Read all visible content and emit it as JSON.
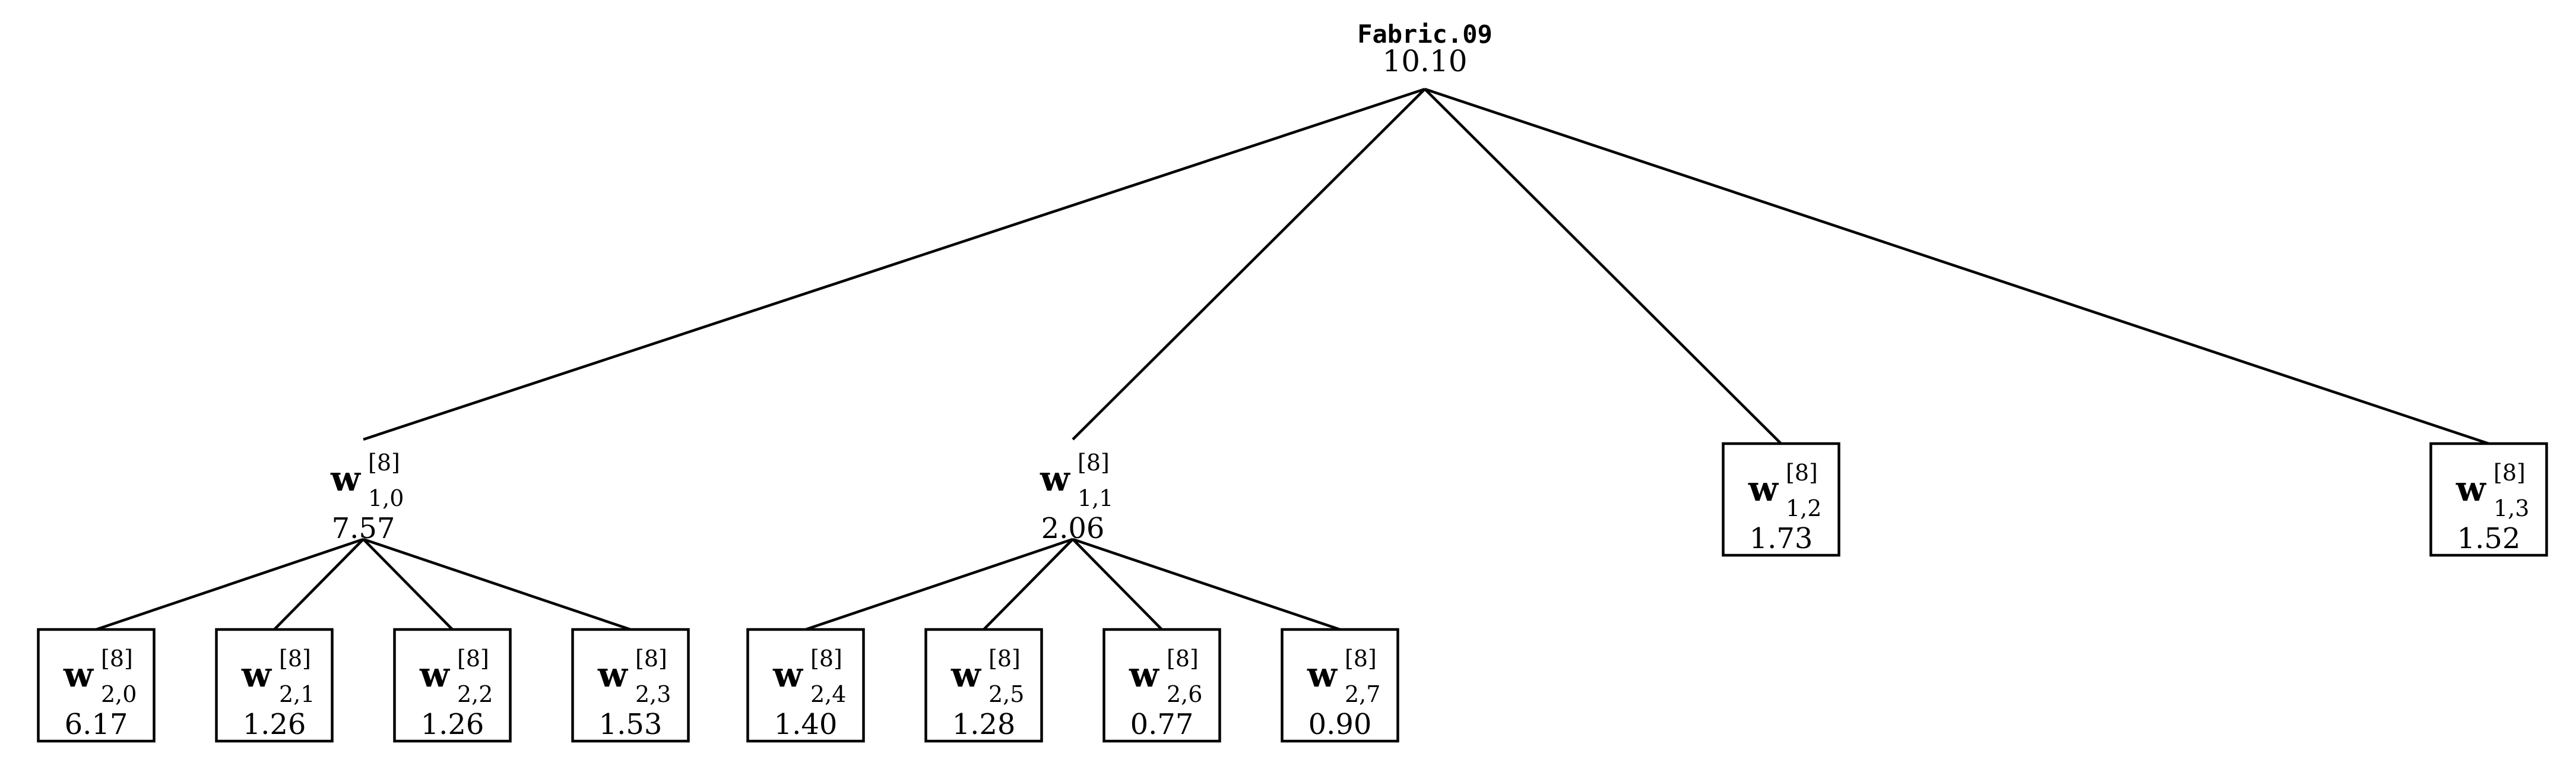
{
  "colors": {
    "line": "#000000",
    "text": "#000000",
    "highlight": "#dd1111"
  },
  "tree": {
    "root": {
      "name": "Fabric.09",
      "value": "10.10"
    },
    "nodes": [
      {
        "id": "n10",
        "parent": "root",
        "symbol": "w",
        "superscript": "[8]",
        "subscript": "1,0",
        "value": "7.57",
        "boxed": false,
        "highlight": false
      },
      {
        "id": "n11",
        "parent": "root",
        "symbol": "w",
        "superscript": "[8]",
        "subscript": "1,1",
        "value": "2.06",
        "boxed": false,
        "highlight": false
      },
      {
        "id": "n12",
        "parent": "root",
        "symbol": "w",
        "superscript": "[8]",
        "subscript": "1,2",
        "value": "1.73",
        "boxed": true,
        "highlight": false
      },
      {
        "id": "n13",
        "parent": "root",
        "symbol": "w",
        "superscript": "[8]",
        "subscript": "1,3",
        "value": "1.52",
        "boxed": true,
        "highlight": false
      },
      {
        "id": "n20",
        "parent": "n10",
        "symbol": "w",
        "superscript": "[8]",
        "subscript": "2,0",
        "value": "6.17",
        "boxed": true,
        "highlight": true
      },
      {
        "id": "n21",
        "parent": "n10",
        "symbol": "w",
        "superscript": "[8]",
        "subscript": "2,1",
        "value": "1.26",
        "boxed": true,
        "highlight": false
      },
      {
        "id": "n22",
        "parent": "n10",
        "symbol": "w",
        "superscript": "[8]",
        "subscript": "2,2",
        "value": "1.26",
        "boxed": true,
        "highlight": false
      },
      {
        "id": "n23",
        "parent": "n10",
        "symbol": "w",
        "superscript": "[8]",
        "subscript": "2,3",
        "value": "1.53",
        "boxed": true,
        "highlight": false
      },
      {
        "id": "n24",
        "parent": "n11",
        "symbol": "w",
        "superscript": "[8]",
        "subscript": "2,4",
        "value": "1.40",
        "boxed": true,
        "highlight": false
      },
      {
        "id": "n25",
        "parent": "n11",
        "symbol": "w",
        "superscript": "[8]",
        "subscript": "2,5",
        "value": "1.28",
        "boxed": true,
        "highlight": false
      },
      {
        "id": "n26",
        "parent": "n11",
        "symbol": "w",
        "superscript": "[8]",
        "subscript": "2,6",
        "value": "0.77",
        "boxed": true,
        "highlight": false
      },
      {
        "id": "n27",
        "parent": "n11",
        "symbol": "w",
        "superscript": "[8]",
        "subscript": "2,7",
        "value": "0.90",
        "boxed": true,
        "highlight": false
      }
    ]
  }
}
